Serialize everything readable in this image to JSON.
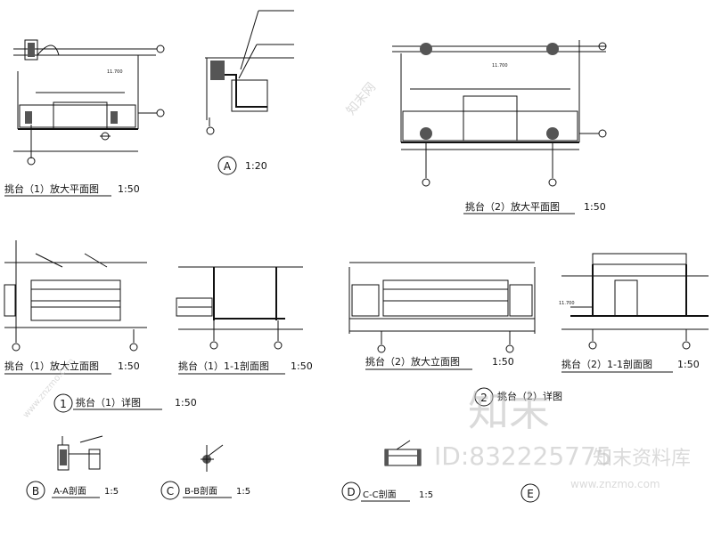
{
  "titles": {
    "p1": {
      "text": "挑台（1）放大平面图",
      "scale": "1:50"
    },
    "p2": {
      "text": "挑台（2）放大平面图",
      "scale": "1:50"
    },
    "p3": {
      "text": "挑台（1）放大立面图",
      "scale": "1:50"
    },
    "p4": {
      "text": "挑台（1）1-1剖面图",
      "scale": "1:50"
    },
    "p5": {
      "text": "挑台（2）放大立面图",
      "scale": "1:50"
    },
    "p6": {
      "text": "挑台（2）1-1剖面图",
      "scale": "1:50"
    },
    "p7": {
      "text": "挑台（1）详图",
      "scale": "1:50",
      "marker": "1"
    },
    "p8": {
      "text": "挑台（2）详图",
      "marker": "2"
    },
    "detA": {
      "marker": "A",
      "scale": "1:20"
    },
    "detB": {
      "marker": "B",
      "text": "A-A剖面",
      "scale": "1:5"
    },
    "detC": {
      "marker": "C",
      "text": "B-B剖面",
      "scale": "1:5"
    },
    "detD": {
      "marker": "D",
      "text": "C-C剖面",
      "scale": "1:5"
    },
    "detE": {
      "marker": "E"
    }
  },
  "watermark": {
    "brand": "知末",
    "id_text": "ID:832225775",
    "library": "知末资料库",
    "site": "www.znzmo.com",
    "diag": "www.znzmo.com",
    "logo_small": "知末网"
  },
  "colors": {
    "ink": "#111111",
    "watermark": "#bdbdbd"
  }
}
